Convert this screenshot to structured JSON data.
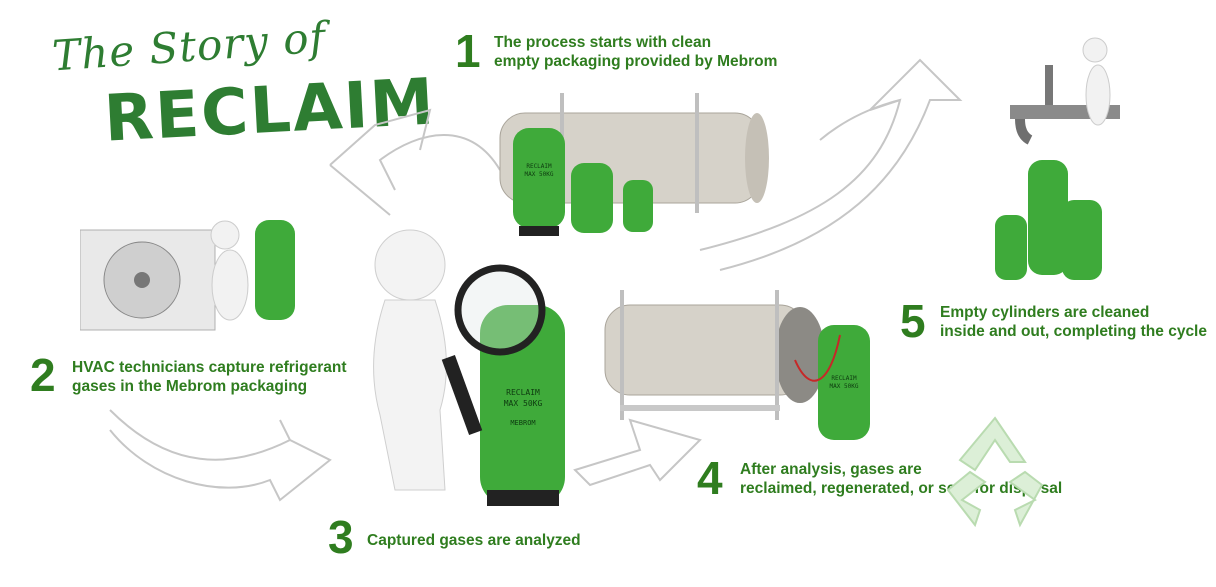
{
  "title": {
    "line1": "The Story of",
    "line2": "RECLAIM"
  },
  "steps": [
    {
      "number": "1",
      "line1": "The process starts with clean",
      "line2": "empty packaging provided by Mebrom"
    },
    {
      "number": "2",
      "line1": "HVAC technicians capture refrigerant",
      "line2": "gases in the Mebrom packaging"
    },
    {
      "number": "3",
      "line1": "Captured gases are analyzed"
    },
    {
      "number": "4",
      "line1": "After analysis, gases are",
      "line2": "reclaimed, regenerated, or sent for disposal"
    },
    {
      "number": "5",
      "line1": "Empty cylinders are cleaned",
      "line2": "inside and out, completing the cycle"
    }
  ],
  "cylinder_labels": {
    "line1": "RECLAIM",
    "line2": "MAX 50KG",
    "brand": "MEBROM"
  },
  "colors": {
    "green_text": "#2f7d1f",
    "cylinder_green": "#3faa3a",
    "arrow_gray": "#bdbdbd"
  },
  "icons": [
    "recycle-icon",
    "faucet-icon",
    "magnifier-icon",
    "ac-unit-icon"
  ]
}
